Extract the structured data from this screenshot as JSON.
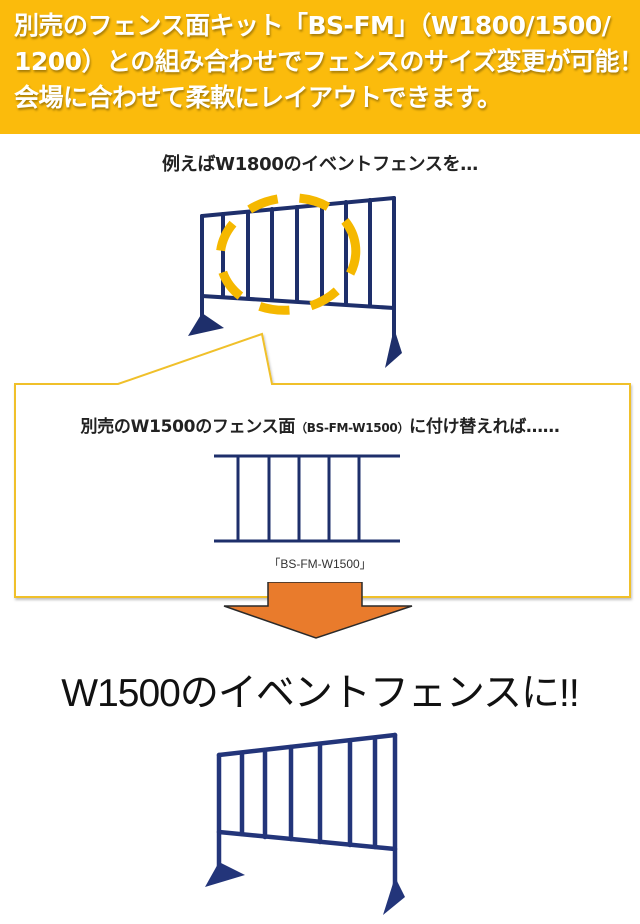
{
  "header": {
    "lines": [
      "別売のフェンス面キット「BS-FM」（W1800/1500/",
      "1200）との組み合わせでフェンスのサイズ変更が可能！",
      "会場に合わせて柔軟にレイアウトできます。"
    ],
    "background_color": "#fbbb0c"
  },
  "example": {
    "caption": "例えばW1800のイベントフェンスを…",
    "image": "fence-w1800-icon",
    "highlight_color": "#f5b800"
  },
  "callout": {
    "text_before": "別売のW1500のフェンス面",
    "text_model": "（BS-FM-W1500）",
    "text_after": "に付け替えれば……",
    "border_color": "#f0c02a",
    "panel_label": "「BS-FM-W1500」"
  },
  "arrow": {
    "color": "#e97b2c",
    "direction": "down"
  },
  "result": {
    "title": "W1500のイベントフェンスに!!",
    "image": "fence-w1500-icon"
  },
  "colors": {
    "fence": "#1e2f6b",
    "text": "#222222"
  }
}
